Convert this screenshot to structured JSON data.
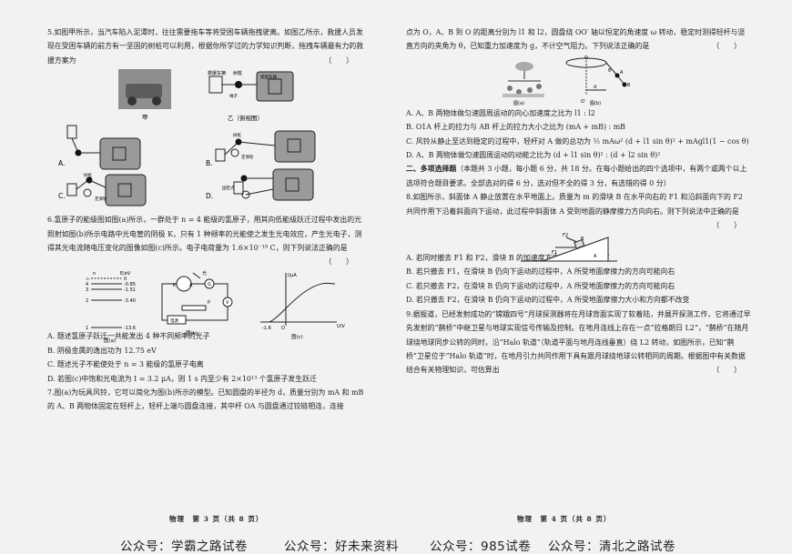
{
  "left": {
    "q5": {
      "stem": "5.如图甲所示，当汽车陷入泥潭时，往往需要拖车等将受困车辆拖拽驶离。如图乙所示，救援人员发现在受困车辆的前方有一坚固的树桩可以利用，根据你所学过的力学知识判断，拖拽车辆最有力的救援方案为",
      "paren": "（　　）",
      "fig_jia": "甲",
      "fig_yi": "乙（俯视图）",
      "fig_labels": [
        "救援车辆",
        "树桩",
        "受困车辆",
        "绳子",
        "俯视图"
      ],
      "options": [
        "A.",
        "B.",
        "C.",
        "D."
      ],
      "opt_labels": [
        "树桩",
        "定滑轮",
        "树桩",
        "定滑轮",
        "动滑轮",
        "固定点"
      ]
    },
    "q6": {
      "stem": "6.氢原子的能级图如图(a)所示，一群处于 n = 4 能级的氢原子，用其向低能级跃迁过程中发出的光照射如图(b)所示电路中光电管的阴极 K，只有 1 种频率的光能使之发生光电效应，产生光电子，测得其光电流随电压变化的图像如图(c)所示。电子电荷量为 1.6×10⁻¹⁹ C，则下列说法正确的是",
      "paren": "（　　）",
      "levels": [
        {
          "n": "∞",
          "E": "0"
        },
        {
          "n": "4",
          "E": "-0.85"
        },
        {
          "n": "3",
          "E": "-1.51"
        },
        {
          "n": "2",
          "E": "-3.40"
        },
        {
          "n": "1",
          "E": "-13.6"
        }
      ],
      "axis_n": "n",
      "axis_E": "E/eV",
      "fig_a": "图(a)",
      "fig_b": "图(b)",
      "fig_c": "图(c)",
      "fig_b_labels": [
        "光",
        "K",
        "A",
        "G",
        "V",
        "P",
        "电源"
      ],
      "fig_c_labels": [
        "I/μA",
        "U/V",
        "O",
        "-1.6"
      ],
      "options": [
        "A. 题述氢原子跃迁一共能发出 4 种不同频率的光子",
        "B. 阴极金属的逸出功为 12.75 eV",
        "C. 题述光子不能使处于 n = 3 能级的氢原子电离",
        "D. 若图(c)中饱和光电流为 I = 3.2 μA，则 1 s 内至少有 2×10¹³ 个氢原子发生跃迁"
      ]
    },
    "q7": {
      "stem": "7.图(a)为玩具风铃，它可以简化为图(b)所示的模型。已知圆盘的半径为 d，质量分别为 mA 和 mB 的 A、B 两物体固定在轻杆上，轻杆上端与圆盘连接，其中杆 OA 与圆盘通过铰链相连，连接"
    },
    "page": "物理　第 3 页（共 8 页）"
  },
  "right": {
    "q7cont": {
      "stem": "点为 O，A、B 到 O 的距离分别为 l1 和 l2，圆盘绕 OO′ 轴以恒定的角速度 ω 转动，稳定时测得轻杆与竖直方向的夹角为 θ，已知重力加速度为 g，不计空气阻力。下列说法正确的是",
      "paren": "（　　）",
      "fig_a": "图(a)",
      "fig_b": "图(b)",
      "fig_labels": [
        "O",
        "O′",
        "d",
        "θ",
        "A",
        "B"
      ],
      "options": [
        "A. A、B 两物体做匀速圆周运动的向心加速度之比为 l1 : l2",
        "B. O1A 杆上的拉力与 AB 杆上的拉力大小之比为 (mA + mB) : mB",
        "C. 风铃从静止至达到稳定的过程中，轻杆对 A 做的总功为 ½ mAω² (d + l1 sin θ)² + mAgl1(1 − cos θ)",
        "D. A、B 两物体做匀速圆周运动的动能之比为 (d + l1 sin θ)² : (d + l2 sin θ)²"
      ]
    },
    "section2": {
      "title": "二、多项选择题",
      "desc": "（本题共 3 小题，每小题 6 分，共 18 分。在每小题给出的四个选项中，有两个或两个以上选项符合题目要求。全部选对的得 6 分，选对但不全的得 3 分，有选错的得 0 分）"
    },
    "q8": {
      "stem": "8.如图所示，斜面体 A 静止放置在水平地面上。质量为 m 的滑块 B 在水平向右的 F1 和沿斜面向下的 F2 共同作用下沿着斜面向下运动，此过程中斜面体 A 受到地面的静摩擦力方向向右。则下列说法中正确的是",
      "paren": "（　　）",
      "fig_labels": [
        "F2",
        "B",
        "F1",
        "A"
      ],
      "options": [
        "A. 若同时撤去 F1 和 F2，滑块 B 的加速度方向一定沿斜面向下",
        "B. 若只撤去 F1，在滑块 B 仍向下运动的过程中，A 所受地面摩擦力的方向可能向右",
        "C. 若只撤去 F2，在滑块 B 仍向下运动的过程中，A 所受地面摩擦力的方向可能向右",
        "D. 若只撤去 F2，在滑块 B 仍向下运动的过程中，A 所受地面摩擦力大小和方向都不改变"
      ]
    },
    "q9": {
      "stem": "9.据报道，已经发射成功的“嫦娥四号”月球探测器将在月球背面实现了软着陆，并展开探测工作，它将通过早先发射的“鹊桥”中继卫星与地球实现信号传输及控制。在地月连线上存在一点“拉格朗日 L2”，“鹊桥”在随月球绕地球同步公转的同时，沿“Halo 轨道”（轨道平面与地月连线垂直）绕 L2 转动，如图所示，已知“鹊桥”卫星位于“Halo 轨道”时，在地月引力共同作用下具有跟月球绕地球公转相同的周期。根据图中有关数据结合有关物理知识，可估算出",
      "paren": "（　　）"
    },
    "page": "物理　第 4 页（共 8 页）"
  },
  "watermarks": [
    "公众号：学霸之路试卷",
    "公众号：好未来资料",
    "公众号：985试卷",
    "公众号：清北之路试卷"
  ]
}
